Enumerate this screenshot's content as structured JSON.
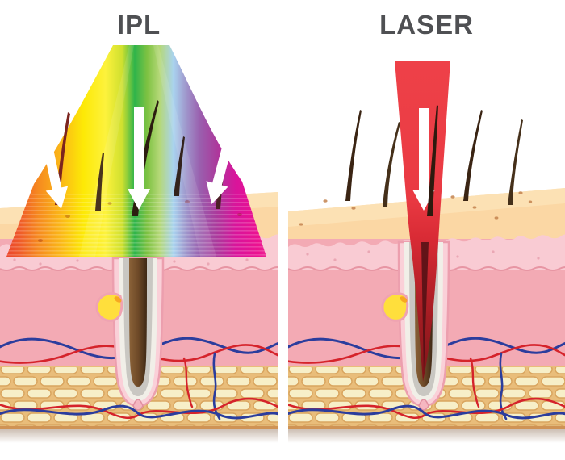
{
  "figure": {
    "kind": "skin cross-section comparison diagram",
    "left_panel_title": "IPL",
    "right_panel_title": "LASER"
  },
  "panels": [
    {
      "title": "IPL",
      "arrow_count": 3,
      "hair_count": 5
    },
    {
      "title": "LASER",
      "arrow_count": 1,
      "hair_count": 5
    }
  ],
  "colors": {
    "title_text": "#4f5053",
    "skin_surface_peach": "#fbd7a4",
    "skin_surface_highlight": "#fde3b8",
    "epidermis_pink": "#f9cbd3",
    "epidermis_edge": "#e795a3",
    "dermis_pink": "#f3aab4",
    "fat_background": "#e9bd7a",
    "fat_cell": "#f7efc8",
    "fat_cell_outline": "#d9a55f",
    "vessel_red": "#d5232b",
    "vessel_blue": "#2b3d9d",
    "hair_brown": "#3a2413",
    "follicle_sheath": "#fad0d8",
    "follicle_sheath_outline": "#ec9fae",
    "follicle_lining_cream": "#f1efe8",
    "follicle_lining_gray": "#c9c7c2",
    "sebaceous_gland_yellow": "#ffdf3c",
    "arrow_white": "#ffffff",
    "laser_beam_red": "#ee4148",
    "laser_core_dark": "#7c1418",
    "ipl_rainbow_stops": [
      "#e93a2e",
      "#ef5a29",
      "#f68b1f",
      "#fbb817",
      "#fde906",
      "#cfe02f",
      "#2fb44b",
      "#7ec242",
      "#b5d878",
      "#a9d3ef",
      "#9f97cc",
      "#9a5fae",
      "#ab3a9c",
      "#d9149b",
      "#ec1190",
      "#ee4097"
    ]
  }
}
